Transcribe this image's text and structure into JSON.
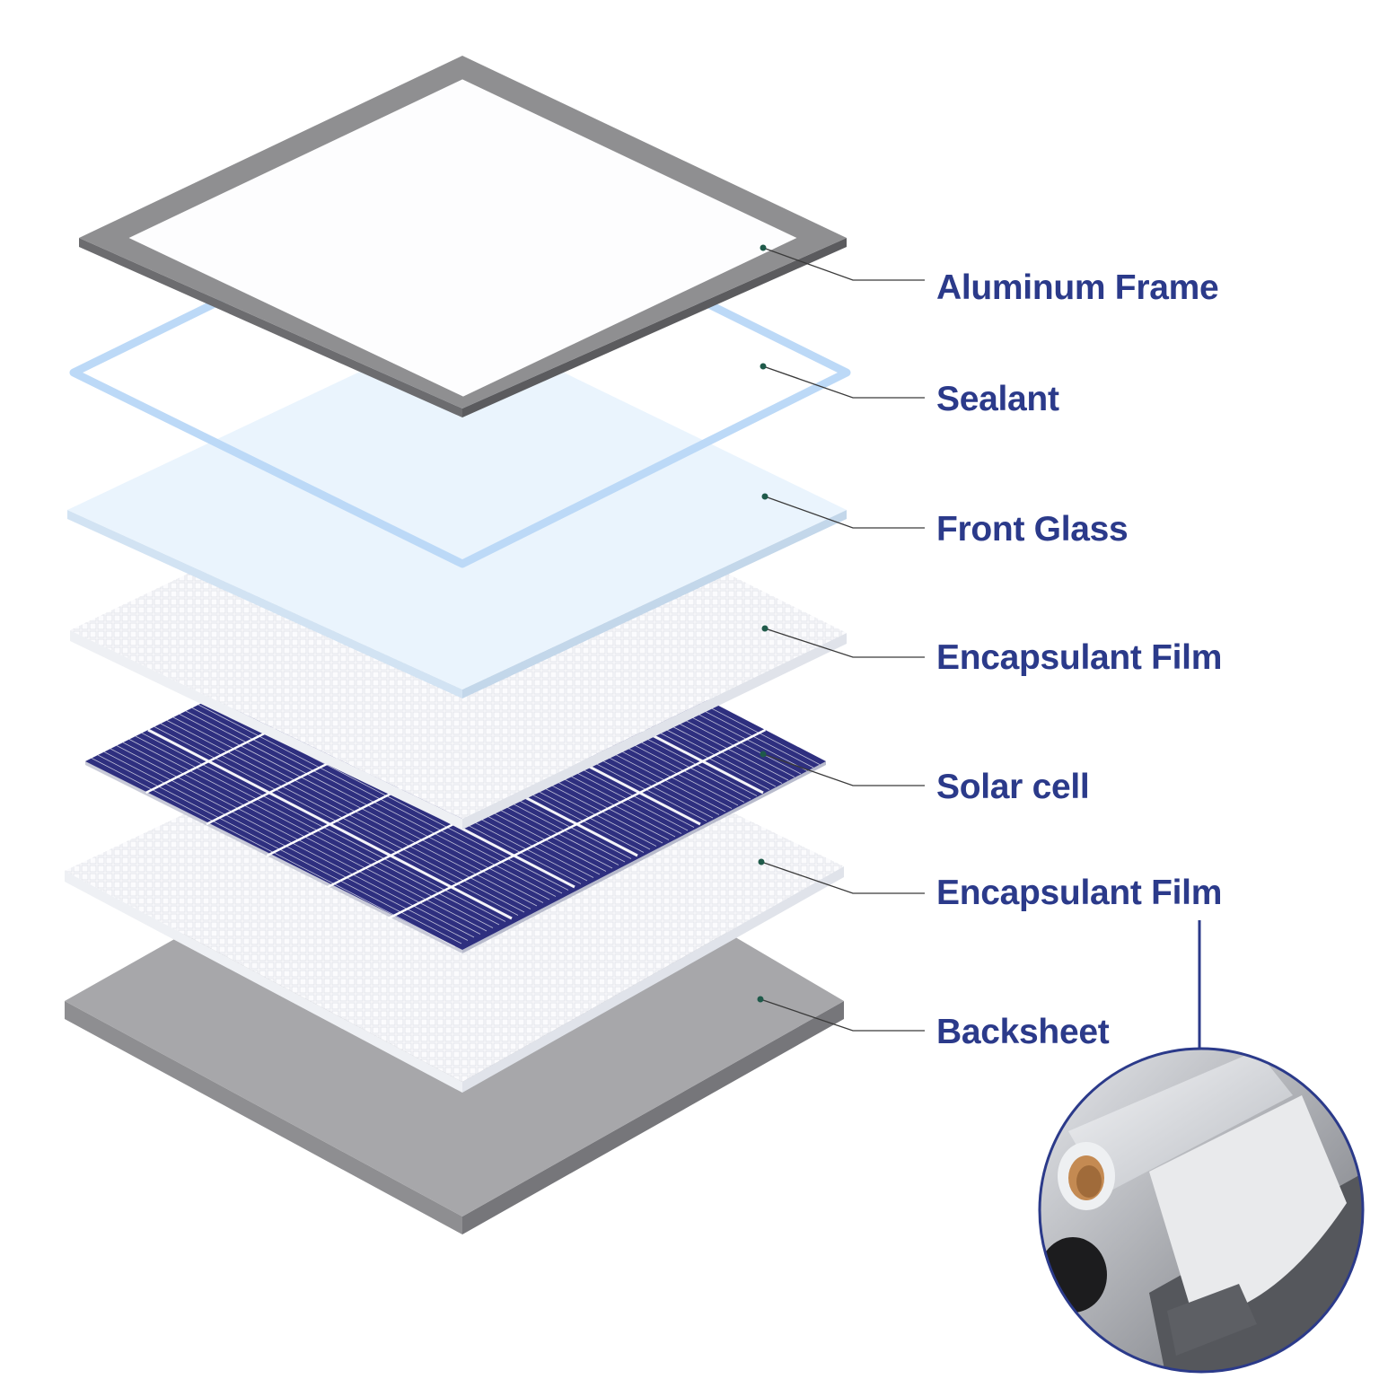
{
  "labels": [
    {
      "key": "frame",
      "text": "Aluminum Frame"
    },
    {
      "key": "sealant",
      "text": "Sealant"
    },
    {
      "key": "glass",
      "text": "Front Glass"
    },
    {
      "key": "encap1",
      "text": "Encapsulant Film"
    },
    {
      "key": "cell",
      "text": "Solar cell"
    },
    {
      "key": "encap2",
      "text": "Encapsulant Film"
    },
    {
      "key": "backsheet",
      "text": "Backsheet"
    }
  ],
  "colors": {
    "label_text": "#2b3a8a",
    "frame": "#8f8f91",
    "sealant": "#bcd9f7",
    "glass": "#eaf4fd",
    "cell": "#2e2f7f",
    "backsheet": "#a7a7aa",
    "inset_border": "#2b3a8a"
  }
}
